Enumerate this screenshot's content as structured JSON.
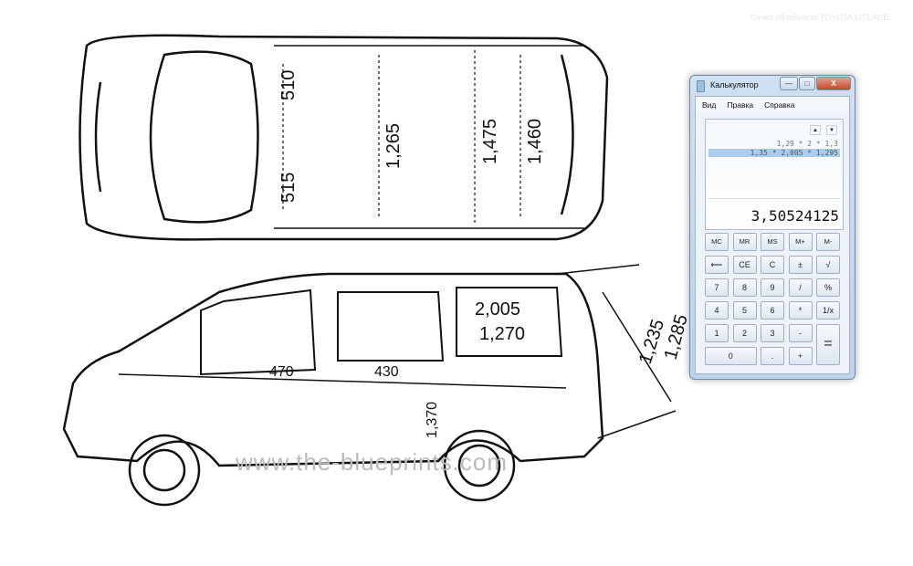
{
  "background": {
    "page_heading": "Отчет об объекте TOYOTA LITEACE",
    "blueprint_dimensions": {
      "top_view": [
        "510",
        "515",
        "1,265",
        "1,475",
        "1,460"
      ],
      "side_view": [
        "2,005",
        "1,270",
        "1,235",
        "1,285",
        "470",
        "430",
        "1,370"
      ]
    },
    "watermark": "www.the-blueprints.com"
  },
  "calculator": {
    "title": "Калькулятор",
    "window_buttons": {
      "minimize": "—",
      "maximize": "□",
      "close": "X"
    },
    "menu": [
      "Вид",
      "Правка",
      "Справка"
    ],
    "history_up": "▲",
    "history_down": "▼",
    "history": [
      "1,29 * 2 * 1,3",
      "1,35 * 2,005 * 1,295"
    ],
    "result": "3,50524125",
    "buttons": [
      [
        "MC",
        "MR",
        "MS",
        "M+",
        "M-"
      ],
      [
        "⟵",
        "CE",
        "C",
        "±",
        "√"
      ],
      [
        "7",
        "8",
        "9",
        "/",
        "%"
      ],
      [
        "4",
        "5",
        "6",
        "*",
        "1/x"
      ],
      [
        "1",
        "2",
        "3",
        "-",
        "="
      ],
      [
        "0",
        ".",
        "+"
      ]
    ]
  }
}
